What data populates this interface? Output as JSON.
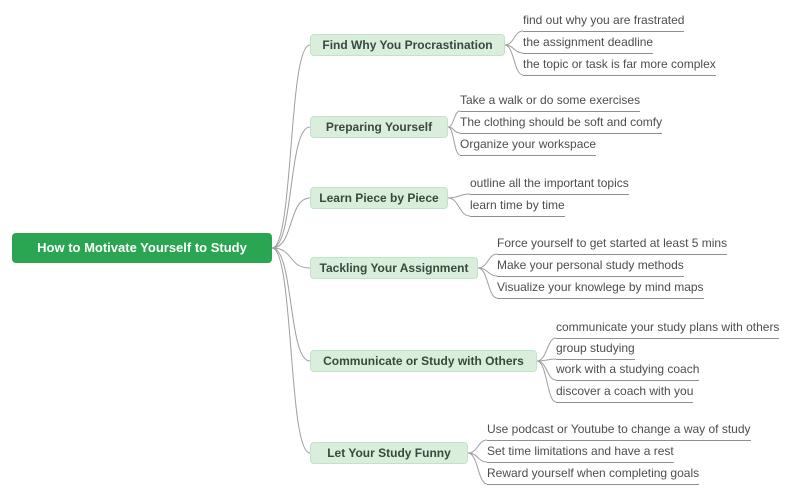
{
  "root": {
    "label": "How to Motivate Yourself to Study"
  },
  "branches": [
    {
      "label": "Find Why You Procrastination",
      "children": [
        "find out why you are frastrated",
        "the assignment deadline",
        "the topic or task is far more complex"
      ]
    },
    {
      "label": "Preparing Yourself",
      "children": [
        "Take a walk or do some exercises",
        "The clothing should be soft and comfy",
        "Organize your workspace"
      ]
    },
    {
      "label": "Learn Piece by Piece",
      "children": [
        "outline all the important topics",
        "learn time by time"
      ]
    },
    {
      "label": "Tackling Your Assignment",
      "children": [
        "Force yourself to get started at least 5 mins",
        "Make your personal study methods",
        "Visualize your knowlege by mind maps"
      ]
    },
    {
      "label": "Communicate or Study with Others",
      "children": [
        "communicate your study plans with others",
        "group studying",
        "work with a studying coach",
        "discover a coach with you"
      ]
    },
    {
      "label": "Let Your Study Funny",
      "children": [
        "Use podcast or Youtube to change a way of study",
        "Set time limitations and have a rest",
        "Reward yourself when completing goals"
      ]
    }
  ],
  "colors": {
    "root_fill": "#2aa652",
    "root_text": "#ffffff",
    "branch_fill": "#d9efdc",
    "branch_border": "#c2e3c9",
    "leaf_underline": "#8f8f8f",
    "connector": "#9e9e9e"
  }
}
